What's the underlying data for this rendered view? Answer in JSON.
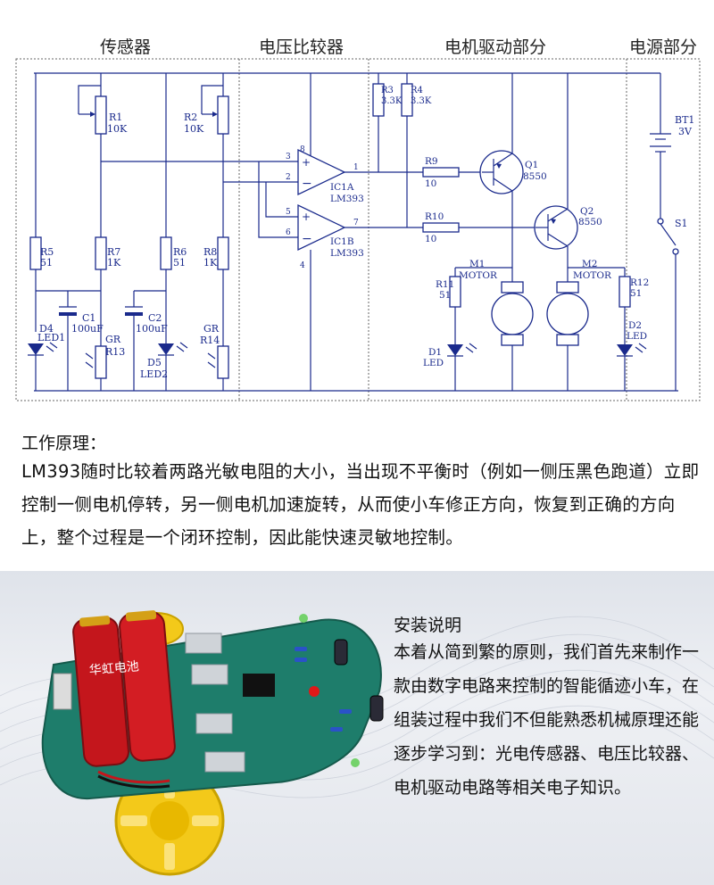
{
  "sections": {
    "sensor": "传感器",
    "comparator": "电压比较器",
    "motor_drive": "电机驱动部分",
    "power": "电源部分"
  },
  "schematic": {
    "R1": "R1",
    "R1_val": "10K",
    "R2": "R2",
    "R2_val": "10K",
    "R3": "R3",
    "R3_val": "3.3K",
    "R4": "R4",
    "R4_val": "3.3K",
    "R5": "R5",
    "R5_val": "51",
    "R6": "R6",
    "R6_val": "51",
    "R7": "R7",
    "R7_val": "1K",
    "R8": "R8",
    "R8_val": "1K",
    "R9": "R9",
    "R9_val": "10",
    "R10": "R10",
    "R10_val": "10",
    "R11": "R11",
    "R11_val": "51",
    "R12": "R12",
    "R12_val": "51",
    "C1": "C1",
    "C1_val": "100uF",
    "C2": "C2",
    "C2_val": "100uF",
    "D4": "D4",
    "LED1": "LED1",
    "D5": "D5",
    "LED2": "LED2",
    "GR1": "GR",
    "R13": "R13",
    "GR2": "GR",
    "R14": "R14",
    "IC1A": "IC1A",
    "IC1A_part": "LM393",
    "IC1B": "IC1B",
    "IC1B_part": "LM393",
    "pin1": "1",
    "pin2": "2",
    "pin3": "3",
    "pin4": "4",
    "pin5": "5",
    "pin6": "6",
    "pin7": "7",
    "pin8": "8",
    "Q1": "Q1",
    "Q1_val": "8550",
    "Q2": "Q2",
    "Q2_val": "8550",
    "M1": "M1",
    "M1_val": "MOTOR",
    "M2": "M2",
    "M2_val": "MOTOR",
    "D1": "D1",
    "D1_val": "LED",
    "D2": "D2",
    "D2_val": "LED",
    "BT1": "BT1",
    "BT1_val": "3V",
    "S1": "S1"
  },
  "principle": {
    "heading": "工作原理：",
    "body": "LM393随时比较着两路光敏电阻的大小，当出现不平衡时（例如一侧压黑色跑道）立即控制一侧电机停转，另一侧电机加速旋转，从而使小车修正方向，恢复到正确的方向上，整个过程是一个闭环控制，因此能快速灵敏地控制。"
  },
  "install": {
    "title": "安装说明",
    "body": "本着从简到繁的原则，我们首先来制作一款由数字电路来控制的智能循迹小车，在组装过程中我们不但能熟悉机械原理还能逐步学习到：光电传感器、电压比较器、电机驱动电路等相关电子知识。"
  },
  "photo": {
    "battery_label": "华虹电池"
  }
}
